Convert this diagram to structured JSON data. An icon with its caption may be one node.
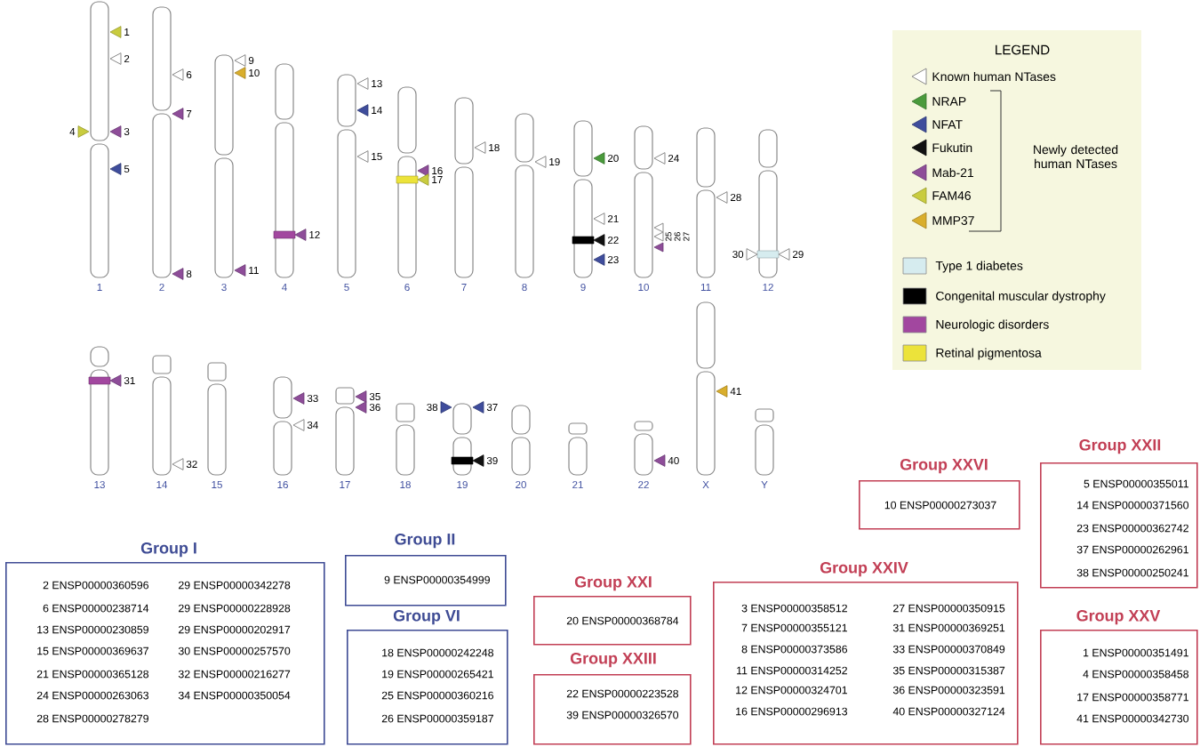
{
  "diagram": {
    "nodes": [
      {
        "text": [
          "Group I",
          "2 ENSP00000360596",
          "6 ENSP00000238714",
          "13 ENSP00000230859",
          "15 ENSP00000369637",
          "21 ENSP00000365128",
          "24 ENSP00000263063",
          "28 ENSP00000278279",
          "29 ENSP00000342278",
          "29 ENSP00000228928",
          "29 ENSP00000202917",
          "30 ENSP00000257570",
          "32 ENSP00000216277",
          "34 ENSP00000350054"
        ]
      },
      {
        "text": [
          "Group II",
          "9 ENSP00000354999"
        ]
      },
      {
        "text": [
          "Group VI",
          "18 ENSP00000242248",
          "19 ENSP00000265421",
          "25 ENSP00000360216",
          "26 ENSP00000359187"
        ]
      },
      {
        "text": [
          "Group XXI",
          "20 ENSP00000368784"
        ]
      },
      {
        "text": [
          "Group XXIII",
          "22 ENSP00000223528",
          "39 ENSP00000326570"
        ]
      },
      {
        "text": [
          "Group XXIV",
          "3 ENSP00000358512",
          "7 ENSP00000355121",
          "8 ENSP00000373586",
          "11 ENSP00000314252",
          "12 ENSP00000324701",
          "16 ENSP00000296913",
          "27 ENSP00000350915",
          "31 ENSP00000369251",
          "33 ENSP00000370849",
          "35 ENSP00000315387",
          "36 ENSP00000323591",
          "40 ENSP00000327124"
        ]
      },
      {
        "text": [
          "Group XXVI",
          "10 ENSP00000273037"
        ]
      },
      {
        "text": [
          "Group XXII",
          "5 ENSP00000355011",
          "14 ENSP00000371560",
          "23 ENSP00000362742",
          "37 ENSP00000262961",
          "38 ENSP00000250241"
        ]
      },
      {
        "text": [
          "Group XXV",
          "1 ENSP00000351491",
          "4 ENSP00000358458",
          "17 ENSP00000358771",
          "41 ENSP00000342730"
        ]
      }
    ],
    "labels": [
      "1",
      "2",
      "4",
      "3",
      "5",
      "6",
      "7",
      "8",
      "9",
      "10",
      "11",
      "12",
      "13",
      "14",
      "15",
      "16",
      "17",
      "18",
      "19",
      "20",
      "21",
      "22",
      "23",
      "24",
      "25",
      "26",
      "27",
      "28",
      "30",
      "29",
      "31",
      "32",
      "33",
      "34",
      "35",
      "36",
      "38",
      "37",
      "39",
      "40",
      "41",
      "1",
      "2",
      "3",
      "4",
      "5",
      "6",
      "7",
      "8",
      "9",
      "10",
      "11",
      "12",
      "13",
      "14",
      "15",
      "16",
      "17",
      "18",
      "19",
      "20",
      "21",
      "22",
      "X",
      "Y",
      "LEGEND",
      "Newly detected human NTases"
    ],
    "legend": [
      {
        "text": "Known human NTases",
        "color": "#ffffff"
      },
      {
        "text": "NRAP",
        "color": "#4a9a3c"
      },
      {
        "text": "NFAT",
        "color": "#3f4d9c"
      },
      {
        "text": "Fukutin",
        "color": "#111111"
      },
      {
        "text": "Mab-21",
        "color": "#8e4d99"
      },
      {
        "text": "FAM46",
        "color": "#c9cc3f"
      },
      {
        "text": "MMP37",
        "color": "#d9ae2c"
      },
      {
        "text": "Type 1 diabetes",
        "color": "#d6ecef"
      },
      {
        "text": "Congenital muscular dystrophy",
        "color": "#000000"
      },
      {
        "text": "Neurologic disorders",
        "color": "#a2479f"
      },
      {
        "text": "Retinal pigmentosa",
        "color": "#ece33a"
      }
    ]
  }
}
